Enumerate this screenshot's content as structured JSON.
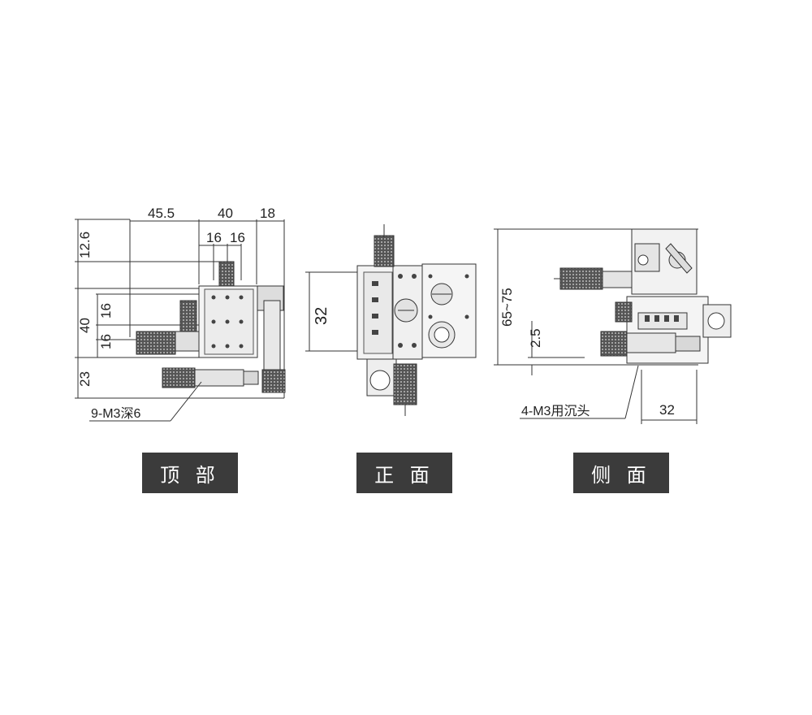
{
  "views": {
    "top": {
      "label": "顶 部",
      "dims": {
        "d45_5": "45.5",
        "d40_top": "40",
        "d18": "18",
        "d16a": "16",
        "d16b": "16",
        "d12_6": "12.6",
        "d40_left": "40",
        "d16_left_a": "16",
        "d16_left_b": "16",
        "d23": "23"
      },
      "note": "9-M3深6"
    },
    "front": {
      "label": "正 面",
      "dims": {
        "d32": "32"
      }
    },
    "side": {
      "label": "侧 面",
      "dims": {
        "d65_75": "65~75",
        "d2_5": "2.5",
        "d32": "32"
      },
      "note": "4-M3用沉头"
    }
  },
  "colors": {
    "line": "#333333",
    "label_bg": "#3b3b3b",
    "label_text": "#ffffff",
    "metal": "#e6e6e6",
    "dark": "#444444"
  }
}
